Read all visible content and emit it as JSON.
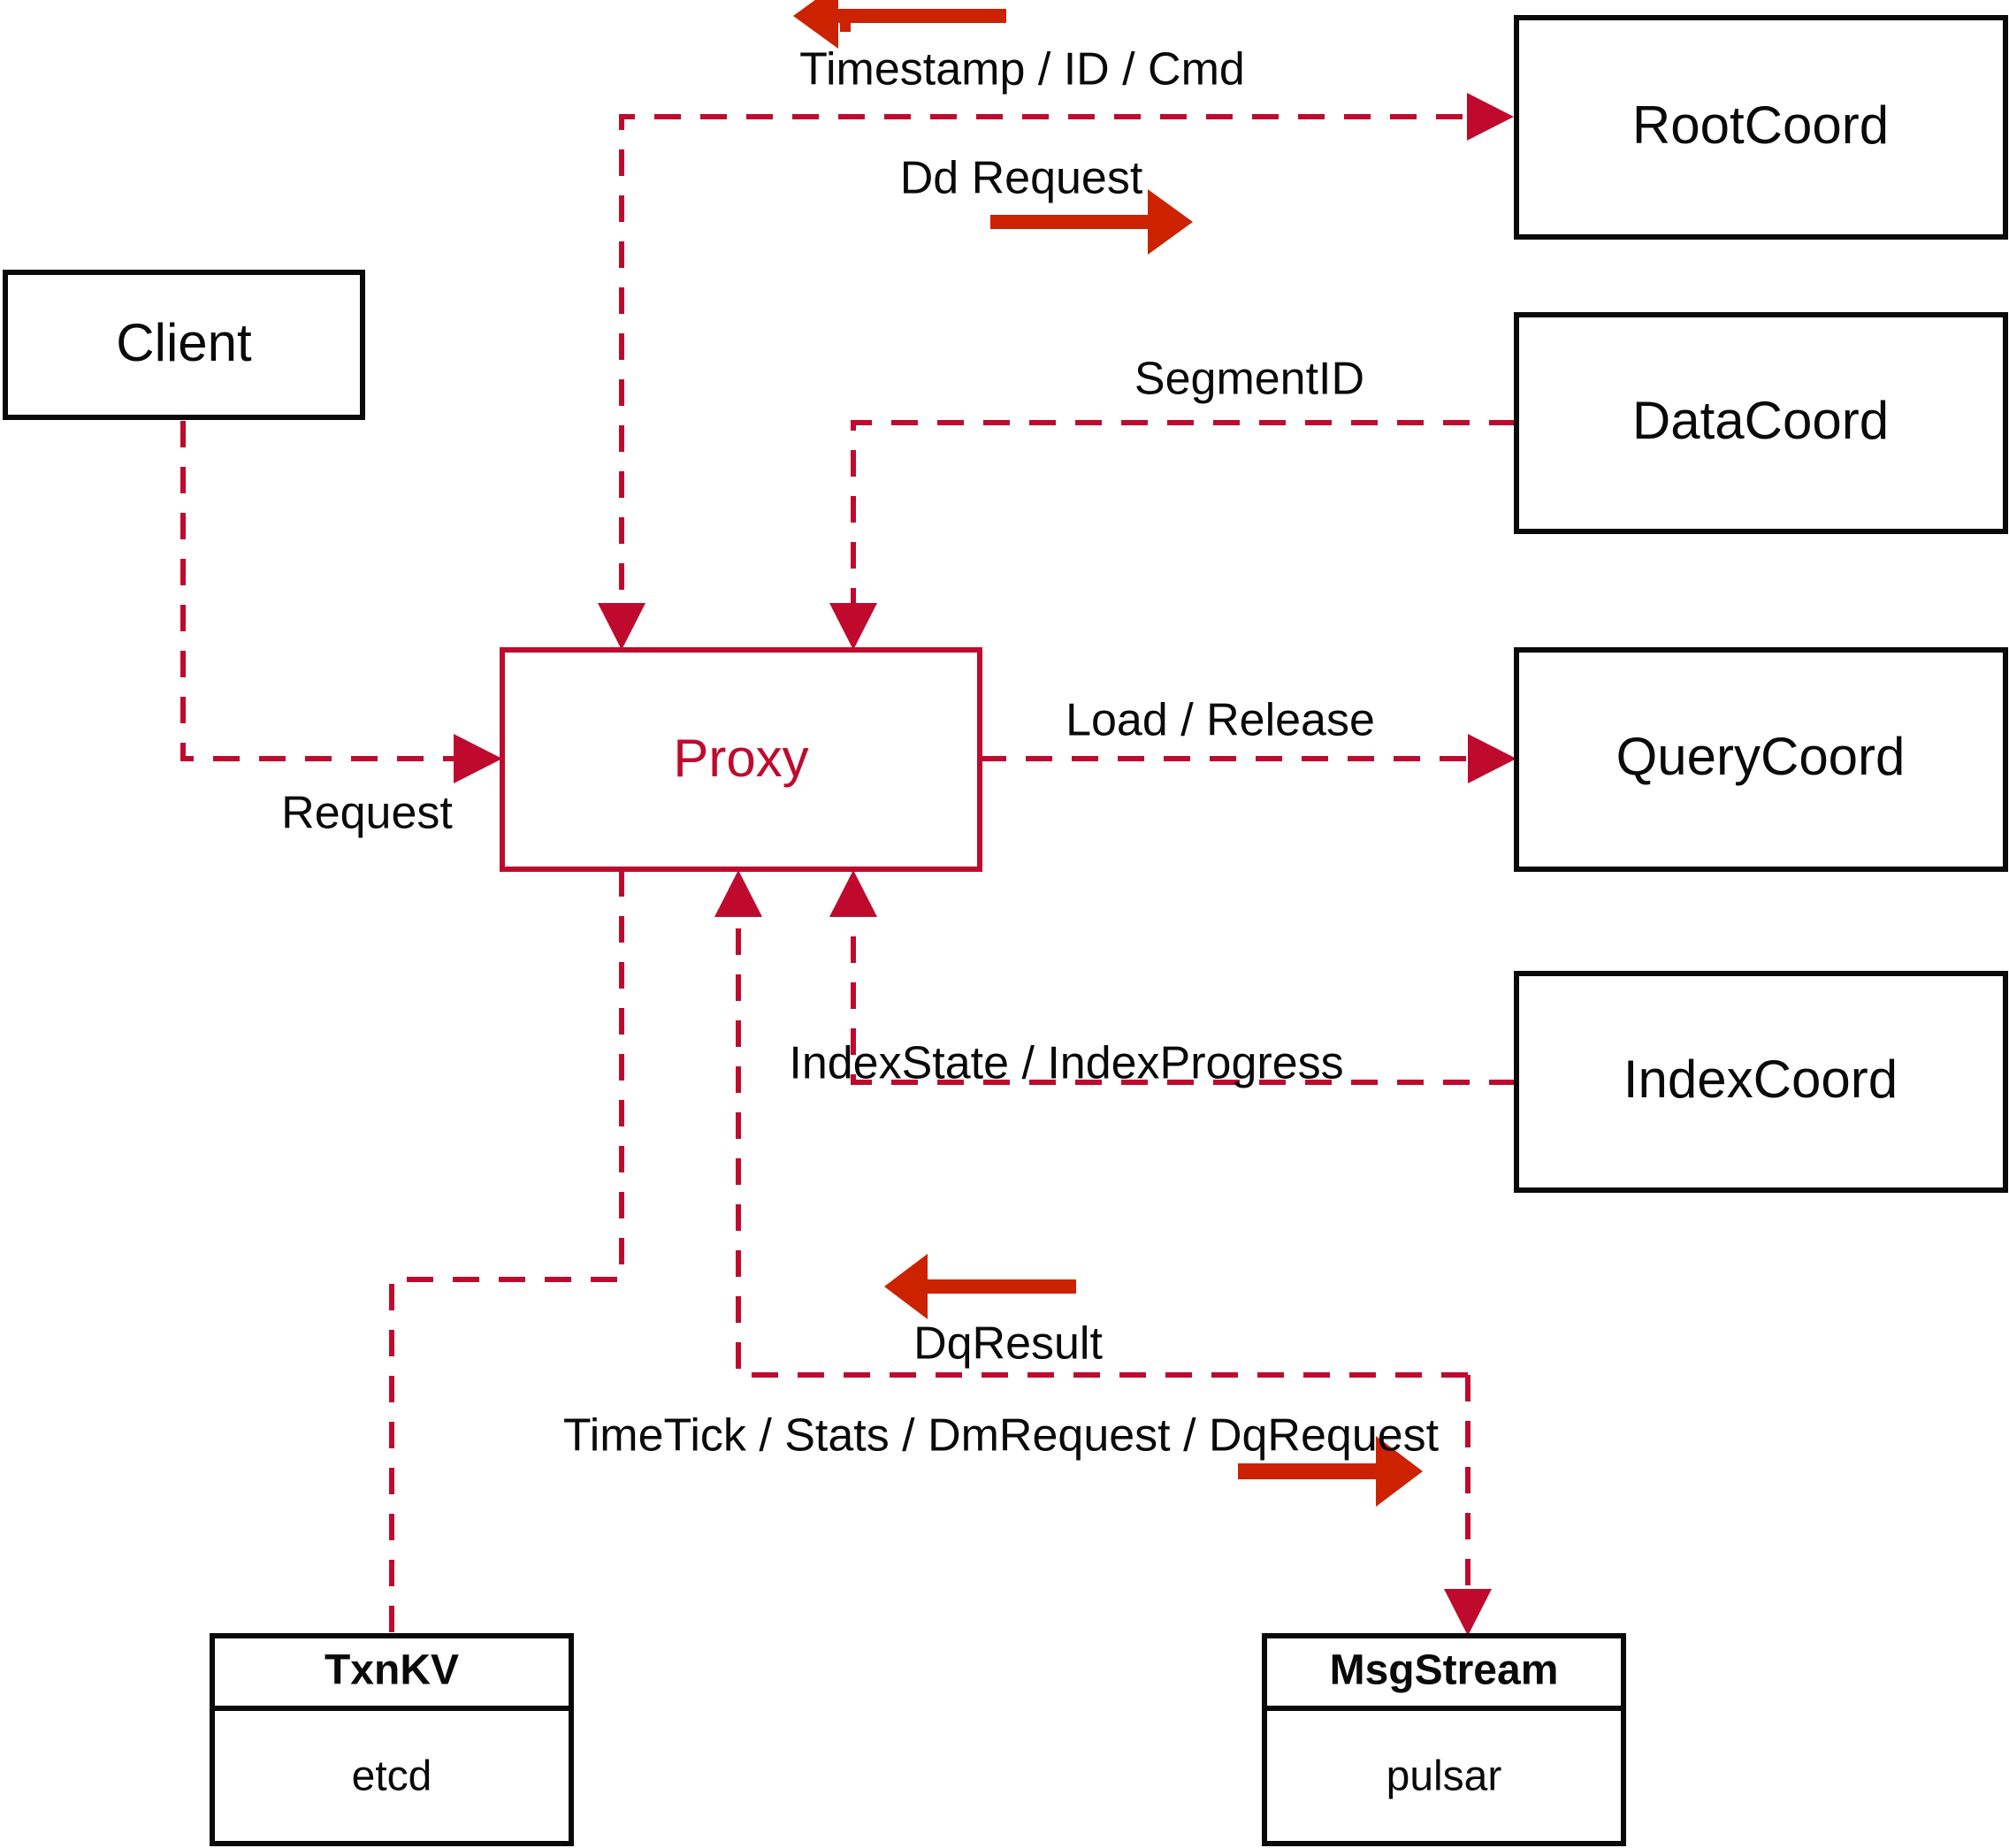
{
  "diagram": {
    "title": "Milvus Proxy interaction diagram",
    "colors": {
      "accent_red": "#bf0a2e",
      "arrow_red": "#cc2200",
      "box_stroke": "#0a0a0a",
      "background": "#ffffff"
    }
  },
  "nodes": {
    "client": {
      "label": "Client"
    },
    "proxy": {
      "label": "Proxy"
    },
    "root_coord": {
      "label": "RootCoord"
    },
    "data_coord": {
      "label": "DataCoord"
    },
    "query_coord": {
      "label": "QueryCoord"
    },
    "index_coord": {
      "label": "IndexCoord"
    },
    "txn_kv": {
      "title": "TxnKV",
      "impl": "etcd"
    },
    "msg_stream": {
      "title": "MsgStream",
      "impl": "pulsar"
    }
  },
  "edges": [
    {
      "id": "timestamp-id-cmd",
      "label": "Timestamp / ID / Cmd",
      "from": "root_coord",
      "to": "proxy",
      "direction": "left"
    },
    {
      "id": "dd-request",
      "label": "Dd Request",
      "from": "proxy",
      "to": "root_coord",
      "direction": "right"
    },
    {
      "id": "segment-id",
      "label": "SegmentID",
      "from": "data_coord",
      "to": "proxy",
      "direction": "left"
    },
    {
      "id": "load-release",
      "label": "Load / Release",
      "from": "proxy",
      "to": "query_coord",
      "direction": "right"
    },
    {
      "id": "index-state-progress",
      "label": "IndexState / IndexProgress",
      "from": "index_coord",
      "to": "proxy",
      "direction": "left"
    },
    {
      "id": "request",
      "label": "Request",
      "from": "client",
      "to": "proxy",
      "direction": "right"
    },
    {
      "id": "dq-result",
      "label": "DqResult",
      "from": "msg_stream",
      "to": "proxy",
      "direction": "left"
    },
    {
      "id": "timetick-stats-dmrequest-dqrequest",
      "label": "TimeTick / Stats / DmRequest / DqRequest",
      "from": "proxy",
      "to": "msg_stream",
      "direction": "right"
    }
  ]
}
